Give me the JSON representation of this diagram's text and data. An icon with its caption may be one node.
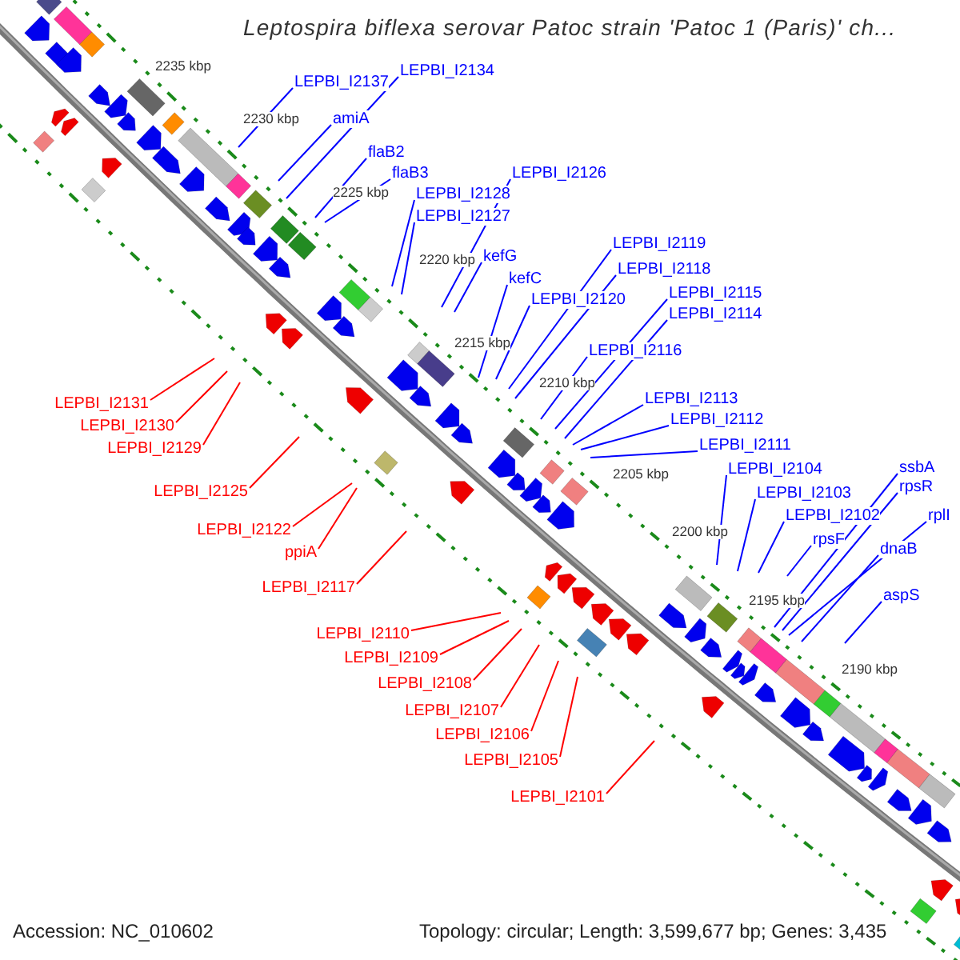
{
  "diagram": {
    "title": "Leptospira biflexa serovar Patoc strain 'Patoc 1 (Paris)' ch...",
    "nodes": [
      {
        "text": [
          "LEPBI_I2137"
        ]
      },
      {
        "text": [
          "LEPBI_I2134"
        ]
      },
      {
        "text": [
          "amiA"
        ]
      },
      {
        "text": [
          "flaB2"
        ]
      },
      {
        "text": [
          "flaB3"
        ]
      },
      {
        "text": [
          "LEPBI_I2128"
        ]
      },
      {
        "text": [
          "LEPBI_I2127"
        ]
      },
      {
        "text": [
          "LEPBI_I2126"
        ]
      },
      {
        "text": [
          "kefG"
        ]
      },
      {
        "text": [
          "kefC"
        ]
      },
      {
        "text": [
          "LEPBI_I2120"
        ]
      },
      {
        "text": [
          "LEPBI_I2119"
        ]
      },
      {
        "text": [
          "LEPBI_I2118"
        ]
      },
      {
        "text": [
          "LEPBI_I2115"
        ]
      },
      {
        "text": [
          "LEPBI_I2114"
        ]
      },
      {
        "text": [
          "LEPBI_I2116"
        ]
      },
      {
        "text": [
          "LEPBI_I2113"
        ]
      },
      {
        "text": [
          "LEPBI_I2112"
        ]
      },
      {
        "text": [
          "LEPBI_I2111"
        ]
      },
      {
        "text": [
          "LEPBI_I2104"
        ]
      },
      {
        "text": [
          "LEPBI_I2103"
        ]
      },
      {
        "text": [
          "LEPBI_I2102"
        ]
      },
      {
        "text": [
          "rpsF"
        ]
      },
      {
        "text": [
          "ssbA"
        ]
      },
      {
        "text": [
          "rpsR"
        ]
      },
      {
        "text": [
          "rplI"
        ]
      },
      {
        "text": [
          "dnaB"
        ]
      },
      {
        "text": [
          "aspS"
        ]
      },
      {
        "text": [
          "LEPBI_I2131"
        ]
      },
      {
        "text": [
          "LEPBI_I2130"
        ]
      },
      {
        "text": [
          "LEPBI_I2129"
        ]
      },
      {
        "text": [
          "LEPBI_I2125"
        ]
      },
      {
        "text": [
          "LEPBI_I2122"
        ]
      },
      {
        "text": [
          "ppiA"
        ]
      },
      {
        "text": [
          "LEPBI_I2117"
        ]
      },
      {
        "text": [
          "LEPBI_I2110"
        ]
      },
      {
        "text": [
          "LEPBI_I2109"
        ]
      },
      {
        "text": [
          "LEPBI_I2108"
        ]
      },
      {
        "text": [
          "LEPBI_I2107"
        ]
      },
      {
        "text": [
          "LEPBI_I2106"
        ]
      },
      {
        "text": [
          "LEPBI_I2105"
        ]
      },
      {
        "text": [
          "LEPBI_I2101"
        ]
      }
    ],
    "edges": [
      {
        "from": 0,
        "to": null,
        "arrow": "none"
      },
      {
        "from": 1,
        "to": null,
        "arrow": "none"
      },
      {
        "from": 2,
        "to": null,
        "arrow": "none"
      },
      {
        "from": 3,
        "to": null,
        "arrow": "none"
      },
      {
        "from": 4,
        "to": null,
        "arrow": "none"
      },
      {
        "from": 5,
        "to": null,
        "arrow": "none"
      },
      {
        "from": 6,
        "to": null,
        "arrow": "none"
      },
      {
        "from": 7,
        "to": null,
        "arrow": "none"
      },
      {
        "from": 8,
        "to": null,
        "arrow": "none"
      },
      {
        "from": 9,
        "to": null,
        "arrow": "none"
      },
      {
        "from": 10,
        "to": null,
        "arrow": "none"
      },
      {
        "from": 11,
        "to": null,
        "arrow": "none"
      },
      {
        "from": 12,
        "to": null,
        "arrow": "none"
      },
      {
        "from": 13,
        "to": null,
        "arrow": "none"
      },
      {
        "from": 14,
        "to": null,
        "arrow": "none"
      },
      {
        "from": 15,
        "to": null,
        "arrow": "none"
      },
      {
        "from": 16,
        "to": null,
        "arrow": "none"
      },
      {
        "from": 17,
        "to": null,
        "arrow": "none"
      },
      {
        "from": 18,
        "to": null,
        "arrow": "none"
      },
      {
        "from": 19,
        "to": null,
        "arrow": "none"
      },
      {
        "from": 20,
        "to": null,
        "arrow": "none"
      },
      {
        "from": 21,
        "to": null,
        "arrow": "none"
      },
      {
        "from": 22,
        "to": null,
        "arrow": "none"
      },
      {
        "from": 23,
        "to": null,
        "arrow": "none"
      },
      {
        "from": 24,
        "to": null,
        "arrow": "none"
      },
      {
        "from": 25,
        "to": null,
        "arrow": "none"
      },
      {
        "from": 26,
        "to": null,
        "arrow": "none"
      },
      {
        "from": 27,
        "to": null,
        "arrow": "none"
      },
      {
        "from": 28,
        "to": null,
        "arrow": "none",
        "color": "#ff0000"
      },
      {
        "from": 29,
        "to": null,
        "arrow": "none",
        "color": "#ff0000"
      },
      {
        "from": 30,
        "to": null,
        "arrow": "none",
        "color": "#ff0000"
      },
      {
        "from": 31,
        "to": null,
        "arrow": "none",
        "color": "#ff0000"
      },
      {
        "from": 32,
        "to": null,
        "arrow": "none",
        "color": "#ff0000"
      },
      {
        "from": 33,
        "to": null,
        "arrow": "none",
        "color": "#ff0000"
      },
      {
        "from": 34,
        "to": null,
        "arrow": "none",
        "color": "#ff0000"
      },
      {
        "from": 35,
        "to": null,
        "arrow": "none",
        "color": "#ff0000"
      },
      {
        "from": 36,
        "to": null,
        "arrow": "none",
        "color": "#ff0000"
      },
      {
        "from": 37,
        "to": null,
        "arrow": "none",
        "color": "#ff0000"
      },
      {
        "from": 38,
        "to": null,
        "arrow": "none",
        "color": "#ff0000"
      },
      {
        "from": 39,
        "to": null,
        "arrow": "none",
        "color": "#ff0000"
      },
      {
        "from": 40,
        "to": null,
        "arrow": "none",
        "color": "#ff0000"
      },
      {
        "from": 41,
        "to": null,
        "arrow": "none",
        "color": "#ff0000"
      }
    ],
    "labels": [
      "2235 kbp",
      "2230 kbp",
      "2225 kbp",
      "2220 kbp",
      "2215 kbp",
      "2210 kbp",
      "2205 kbp",
      "2200 kbp",
      "2195 kbp",
      "2190 kbp",
      "Accession: NC_010602",
      "Topology: circular; Length: 3,599,677 bp; Genes: 3,435"
    ]
  }
}
